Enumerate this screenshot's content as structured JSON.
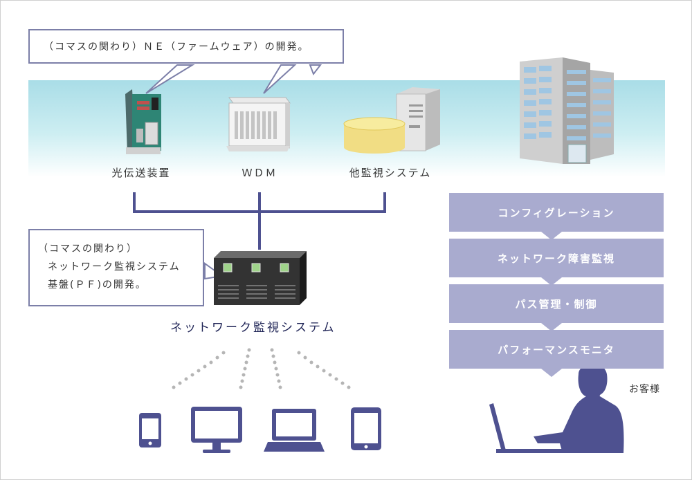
{
  "callouts": {
    "ne_dev": "（コマスの関わり）ＮＥ（ファームウェア）の開発。",
    "pf_line1": "（コマスの関わり）",
    "pf_line2": "ネットワーク監視システム",
    "pf_line3": "基盤(ＰＦ)の開発。"
  },
  "devices": {
    "optical": "光伝送装置",
    "wdm": "ＷＤＭ",
    "other": "他監視システム"
  },
  "system_label": "ネットワーク監視システム",
  "functions": [
    "コンフィグレーション",
    "ネットワーク障害監視",
    "パス管理・制御",
    "パフォーマンスモニタ"
  ],
  "customer": "お客様",
  "colors": {
    "accent": "#5a5c9b",
    "box": "#a9abcf",
    "band": "#a9dde7",
    "server": "#3a3a3a"
  }
}
